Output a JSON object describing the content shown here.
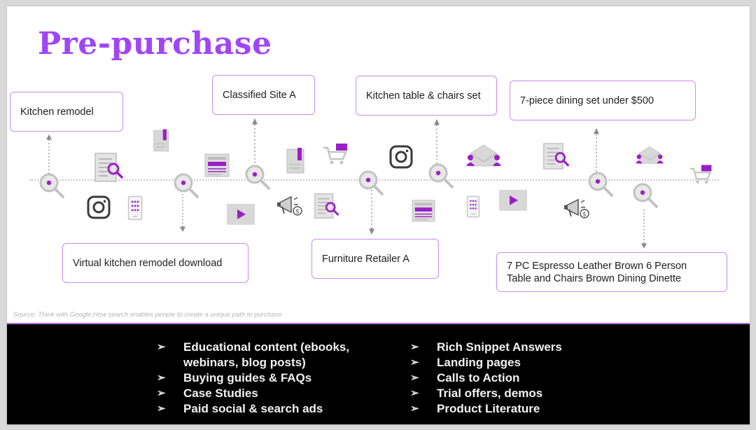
{
  "slide": {
    "title": "Pre-purchase",
    "source": "Source: Think with Google,How search enables people to create a unique path to purchase"
  },
  "touchpoints": {
    "kitchen_remodel": "Kitchen remodel",
    "classified_site": "Classified Site A",
    "kitchen_table": "Kitchen table & chairs set",
    "dining_set": "7-piece dining set under $500",
    "virtual_download": "Virtual kitchen remodel download",
    "furniture_retailer": "Furniture Retailer A",
    "espresso_line1": "7 PC Espresso Leather Brown 6 Person",
    "espresso_line2": "Table and Chairs Brown Dining Dinette"
  },
  "content_left": [
    "Educational content (ebooks,",
    "webinars, blog posts)",
    "Buying guides & FAQs",
    "Case Studies",
    "Paid social & search ads"
  ],
  "content_right": [
    "Rich Snippet Answers",
    "Landing pages",
    "Calls to Action",
    "Trial offers, demos",
    "Product Literature"
  ],
  "bullet_glyph": "➢",
  "colors": {
    "accent": "#a046f5",
    "box_border": "#c88df0",
    "icon_gray": "#c4c4c4",
    "icon_purple": "#9b1fc6",
    "band": "#000000"
  },
  "icons": [
    "search-node-icon",
    "document-search-icon",
    "instagram-icon",
    "mobile-app-icon",
    "bookmark-page-icon",
    "web-page-icon",
    "video-play-icon",
    "megaphone-dollar-icon",
    "shopping-cart-icon",
    "email-contacts-icon"
  ]
}
